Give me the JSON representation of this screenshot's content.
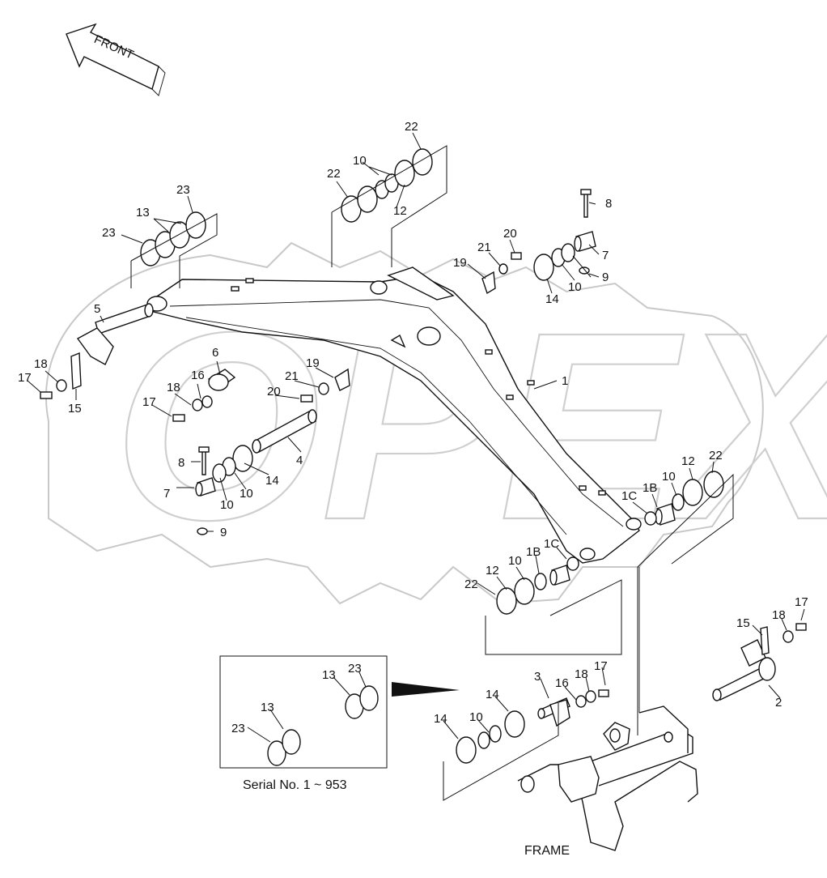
{
  "watermark": "OPEX",
  "front_arrow": {
    "label": "FRONT"
  },
  "frame_label": "FRAME",
  "inset": {
    "caption": "Serial No. 1 ~ 953"
  },
  "callouts": [
    {
      "id": "c22a",
      "text": "22"
    },
    {
      "id": "c10a",
      "text": "10"
    },
    {
      "id": "c22b",
      "text": "22"
    },
    {
      "id": "c12a",
      "text": "12"
    },
    {
      "id": "c23a",
      "text": "23"
    },
    {
      "id": "c13a",
      "text": "13"
    },
    {
      "id": "c23b",
      "text": "23"
    },
    {
      "id": "c8a",
      "text": "8"
    },
    {
      "id": "c7a",
      "text": "7"
    },
    {
      "id": "c9a",
      "text": "9"
    },
    {
      "id": "c10b",
      "text": "10"
    },
    {
      "id": "c20a",
      "text": "20"
    },
    {
      "id": "c21a",
      "text": "21"
    },
    {
      "id": "c19a",
      "text": "19"
    },
    {
      "id": "c14a",
      "text": "14"
    },
    {
      "id": "c5",
      "text": "5"
    },
    {
      "id": "c18a",
      "text": "18"
    },
    {
      "id": "c17a",
      "text": "17"
    },
    {
      "id": "c15a",
      "text": "15"
    },
    {
      "id": "c6",
      "text": "6"
    },
    {
      "id": "c16a",
      "text": "16"
    },
    {
      "id": "c18b",
      "text": "18"
    },
    {
      "id": "c17b",
      "text": "17"
    },
    {
      "id": "c19b",
      "text": "19"
    },
    {
      "id": "c21b",
      "text": "21"
    },
    {
      "id": "c20b",
      "text": "20"
    },
    {
      "id": "c1",
      "text": "1"
    },
    {
      "id": "c4",
      "text": "4"
    },
    {
      "id": "c8b",
      "text": "8"
    },
    {
      "id": "c14b",
      "text": "14"
    },
    {
      "id": "c10c",
      "text": "10"
    },
    {
      "id": "c7b",
      "text": "7"
    },
    {
      "id": "c10d",
      "text": "10"
    },
    {
      "id": "c9b",
      "text": "9"
    },
    {
      "id": "c22c",
      "text": "22"
    },
    {
      "id": "c12b",
      "text": "12"
    },
    {
      "id": "c10e",
      "text": "10"
    },
    {
      "id": "c1B_a",
      "text": "1B"
    },
    {
      "id": "c1C_a",
      "text": "1C"
    },
    {
      "id": "c12c",
      "text": "12"
    },
    {
      "id": "c10f",
      "text": "10"
    },
    {
      "id": "c1B_b",
      "text": "1B"
    },
    {
      "id": "c1C_b",
      "text": "1C"
    },
    {
      "id": "c22d",
      "text": "22"
    },
    {
      "id": "c17c",
      "text": "17"
    },
    {
      "id": "c18c",
      "text": "18"
    },
    {
      "id": "c15b",
      "text": "15"
    },
    {
      "id": "c2",
      "text": "2"
    },
    {
      "id": "c3",
      "text": "3"
    },
    {
      "id": "c16b",
      "text": "16"
    },
    {
      "id": "c18d",
      "text": "18"
    },
    {
      "id": "c17d",
      "text": "17"
    },
    {
      "id": "c14c",
      "text": "14"
    },
    {
      "id": "c10g",
      "text": "10"
    },
    {
      "id": "c14d",
      "text": "14"
    },
    {
      "id": "c13b",
      "text": "13"
    },
    {
      "id": "c23c",
      "text": "23"
    },
    {
      "id": "c13c",
      "text": "13"
    },
    {
      "id": "c23d",
      "text": "23"
    }
  ]
}
